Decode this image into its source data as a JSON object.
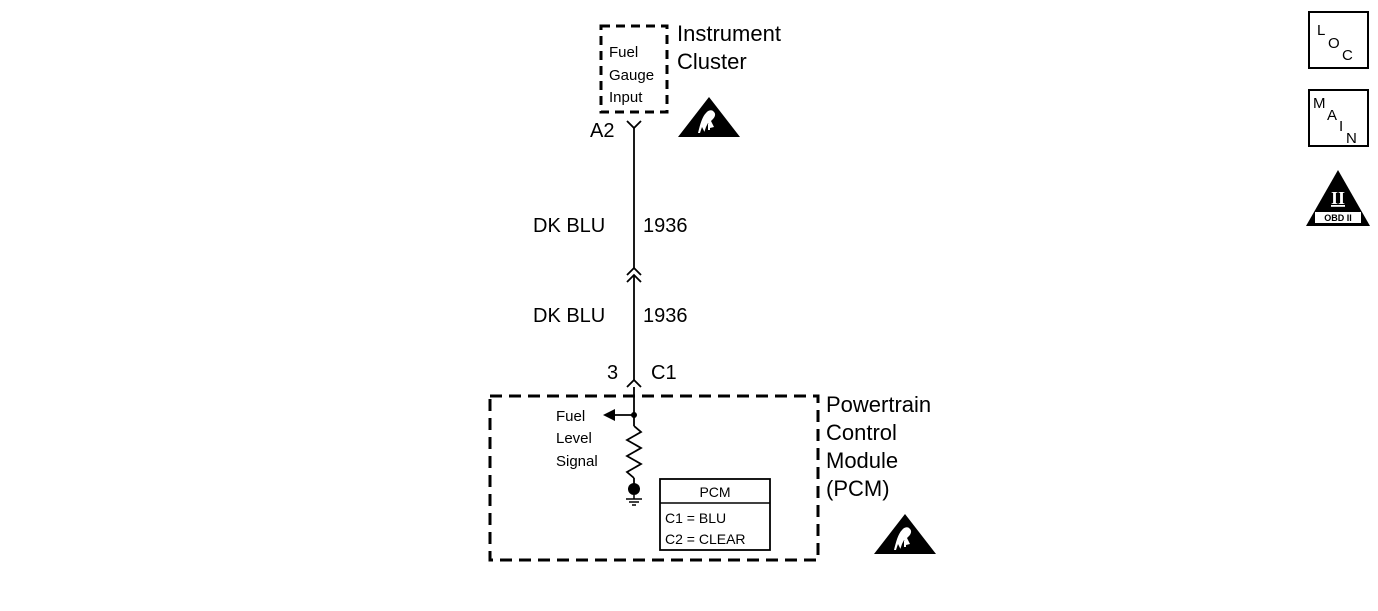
{
  "instrument_cluster": {
    "name_line1": "Instrument",
    "name_line2": "Cluster",
    "input_line1": "Fuel",
    "input_line2": "Gauge",
    "input_line3": "Input",
    "pin": "A2"
  },
  "wire_upper": {
    "color": "DK BLU",
    "circuit": "1936"
  },
  "wire_lower": {
    "color": "DK BLU",
    "circuit": "1936"
  },
  "pcm_connector": {
    "pin": "3",
    "connector": "C1"
  },
  "pcm": {
    "name_line1": "Powertrain",
    "name_line2": "Control",
    "name_line3": "Module",
    "name_line4": "(PCM)",
    "signal_line1": "Fuel",
    "signal_line2": "Level",
    "signal_line3": "Signal",
    "legend_title": "PCM",
    "legend_c1": "C1 = BLU",
    "legend_c2": "C2 = CLEAR"
  },
  "nav": {
    "loc_l": "L",
    "loc_o": "O",
    "loc_c": "C",
    "main_m": "M",
    "main_a": "A",
    "main_i": "I",
    "main_n": "N",
    "obd_symbol": "II",
    "obd_label": "OBD II"
  }
}
